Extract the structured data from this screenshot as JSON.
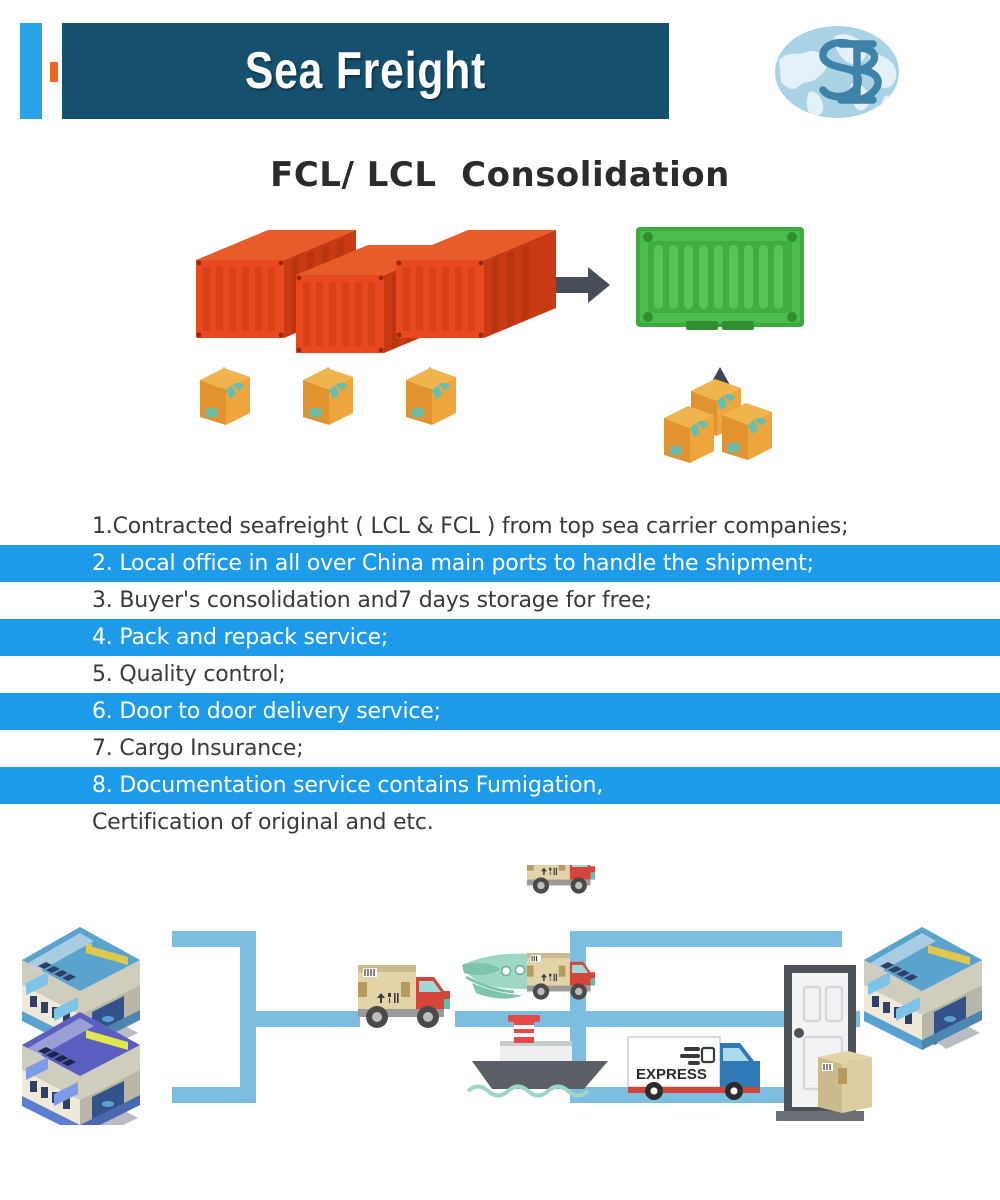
{
  "header": {
    "title": "Sea Freight",
    "accent_color": "#2aa3e8",
    "dot_color": "#f0661e",
    "banner_color": "#15506f",
    "logo_name": "globe-sb-monogram-logo",
    "logo_letters": "SB"
  },
  "subtitle": "FCL/ LCL  Consolidation",
  "consolidation": {
    "source_container_color": "#e8491e",
    "target_container_color": "#3cab3c",
    "box_color": "#eda53c",
    "tape_color": "#63bfb2",
    "arrow_color": "#484d5a",
    "source_container_count": 3,
    "target_container_count": 1,
    "source_box_count": 3,
    "target_box_count": 3
  },
  "services": {
    "highlight_color": "#1e9be8",
    "text_color": "#3a3a3a",
    "items": [
      {
        "text": "1.Contracted seafreight ( LCL & FCL ) from top sea carrier companies;",
        "highlighted": false
      },
      {
        "text": "2. Local office in all over China main ports to handle the shipment;",
        "highlighted": true
      },
      {
        "text": "3. Buyer's consolidation and7 days storage for free;",
        "highlighted": false
      },
      {
        "text": "4. Pack and repack service;",
        "highlighted": true
      },
      {
        "text": "5. Quality control;",
        "highlighted": false
      },
      {
        "text": "6. Door to door delivery service;",
        "highlighted": true
      },
      {
        "text": "7. Cargo Insurance;",
        "highlighted": false
      },
      {
        "text": "8. Documentation service contains Fumigation,",
        "highlighted": true
      },
      {
        "text": "Certification of original and etc.",
        "highlighted": false
      }
    ]
  },
  "diagram": {
    "line_color": "#7cbde0",
    "express_van_label": "EXPRESS",
    "nodes": [
      {
        "name": "warehouse-origin-top",
        "type": "warehouse",
        "roof_color": "#5ba3cf"
      },
      {
        "name": "warehouse-origin-bottom",
        "type": "warehouse",
        "roof_color": "#5b5fc0"
      },
      {
        "name": "cargo-truck-main",
        "type": "truck"
      },
      {
        "name": "airplane",
        "type": "airplane"
      },
      {
        "name": "cargo-ship",
        "type": "ship"
      },
      {
        "name": "delivery-truck-top",
        "type": "truck"
      },
      {
        "name": "delivery-truck-middle",
        "type": "truck"
      },
      {
        "name": "express-van",
        "type": "van"
      },
      {
        "name": "destination-door",
        "type": "door"
      },
      {
        "name": "warehouse-destination",
        "type": "warehouse",
        "roof_color": "#5ba3cf"
      }
    ]
  }
}
